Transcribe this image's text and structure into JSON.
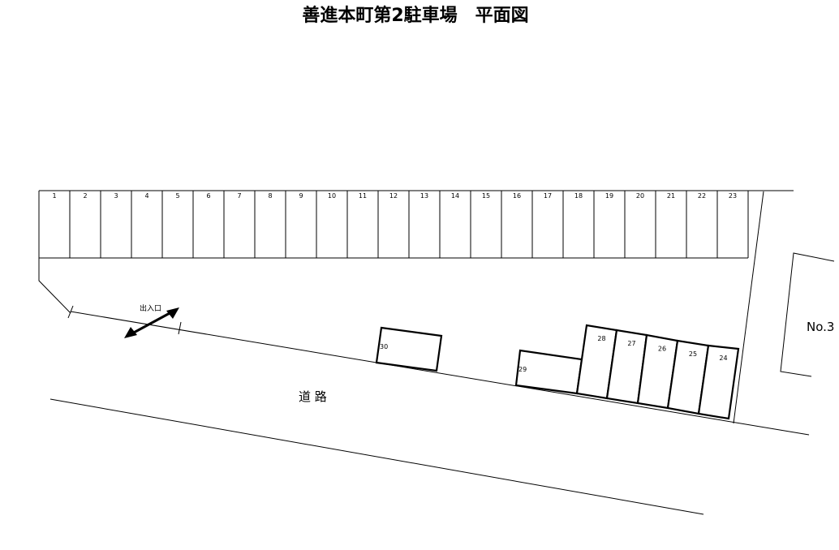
{
  "title": "善進本町第2駐車場　平面図",
  "top_row_stalls": [
    "1",
    "2",
    "3",
    "4",
    "5",
    "6",
    "7",
    "8",
    "9",
    "10",
    "11",
    "12",
    "13",
    "14",
    "15",
    "16",
    "17",
    "18",
    "19",
    "20",
    "21",
    "22",
    "23"
  ],
  "road_stalls": [
    "29",
    "28",
    "27",
    "26",
    "25",
    "24"
  ],
  "separate_stall": "30",
  "entrance_label": "出入口",
  "road_label": "道 路",
  "building_label": "No.3"
}
